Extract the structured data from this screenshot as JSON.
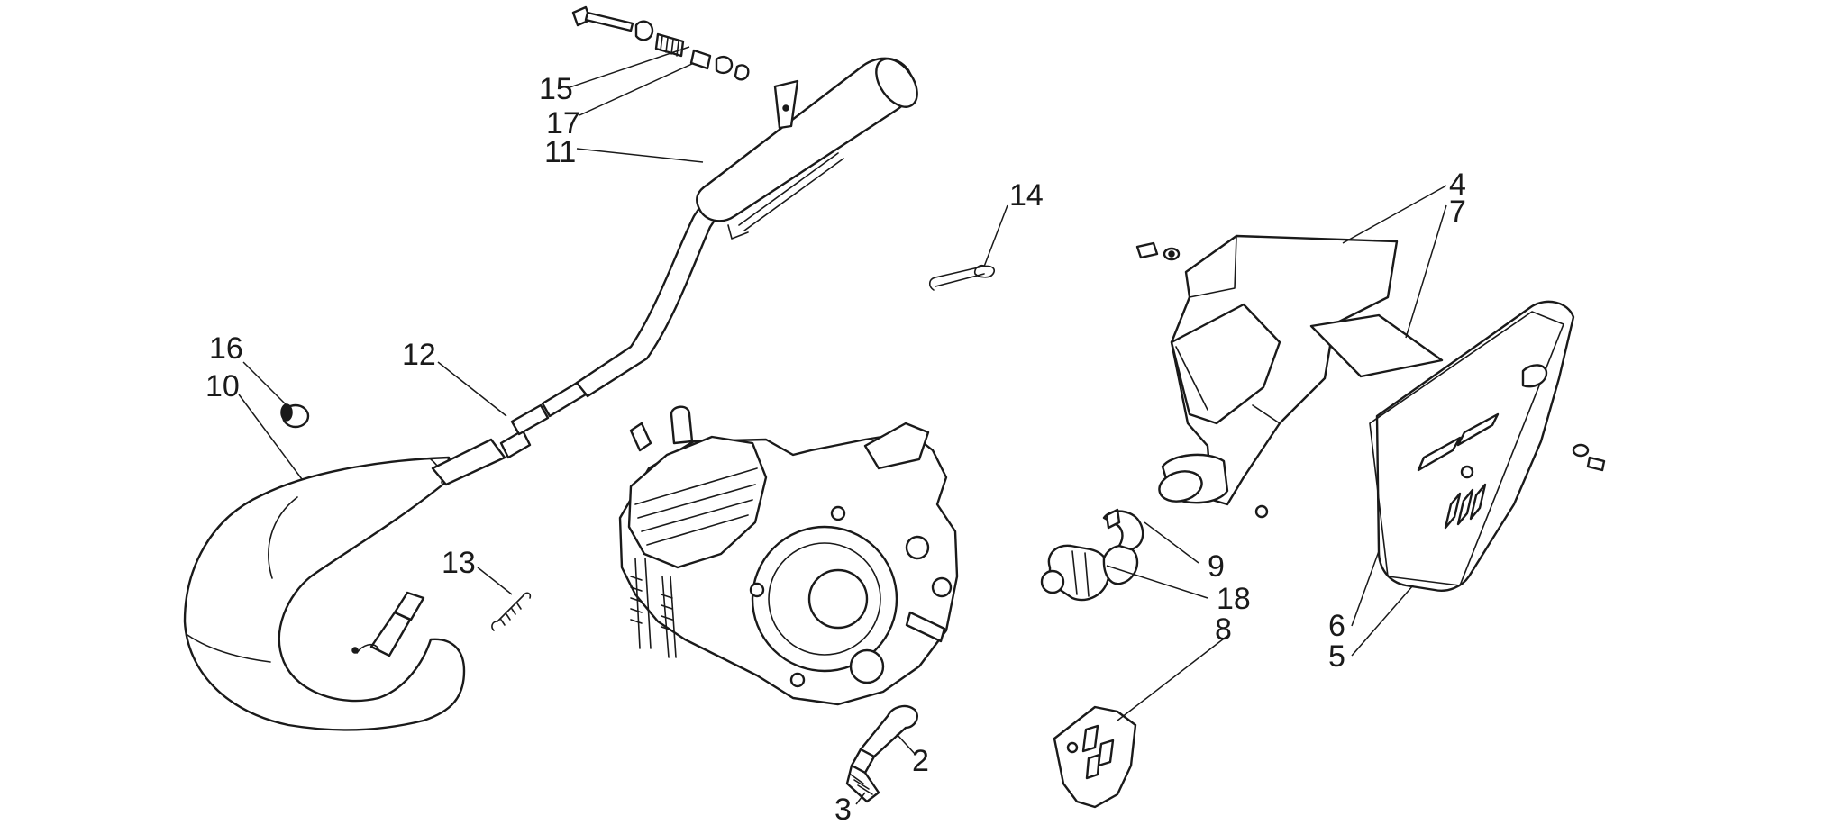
{
  "colors": {
    "background": "#ffffff",
    "ink": "#1a1a1a"
  },
  "callouts": [
    {
      "id": "c2",
      "label": "2"
    },
    {
      "id": "c3",
      "label": "3"
    },
    {
      "id": "c4",
      "label": "4"
    },
    {
      "id": "c5",
      "label": "5"
    },
    {
      "id": "c6",
      "label": "6"
    },
    {
      "id": "c7",
      "label": "7"
    },
    {
      "id": "c8",
      "label": "8"
    },
    {
      "id": "c9",
      "label": "9"
    },
    {
      "id": "c10",
      "label": "10"
    },
    {
      "id": "c11",
      "label": "11"
    },
    {
      "id": "c12",
      "label": "12"
    },
    {
      "id": "c13",
      "label": "13"
    },
    {
      "id": "c14",
      "label": "14"
    },
    {
      "id": "c15",
      "label": "15"
    },
    {
      "id": "c16",
      "label": "16"
    },
    {
      "id": "c17",
      "label": "17"
    },
    {
      "id": "c18",
      "label": "18"
    }
  ]
}
